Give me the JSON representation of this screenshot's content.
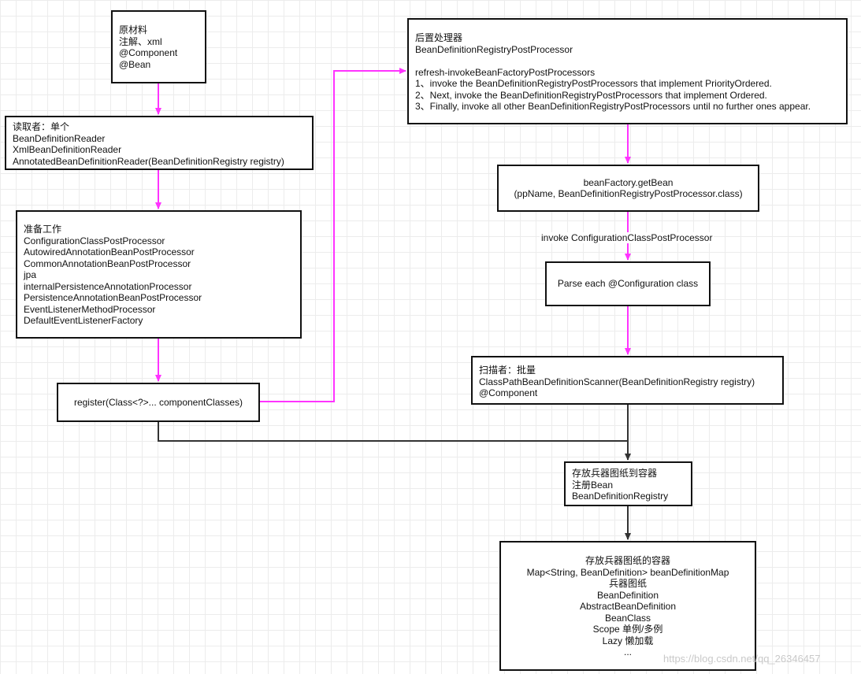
{
  "nodes": {
    "raw_material": [
      "原材料",
      "注解、xml",
      "@Component",
      "@Bean"
    ],
    "reader": [
      "读取者：单个",
      "BeanDefinitionReader",
      "XmlBeanDefinitionReader",
      "AnnotatedBeanDefinitionReader(BeanDefinitionRegistry registry)"
    ],
    "prep": [
      "准备工作",
      "ConfigurationClassPostProcessor",
      "AutowiredAnnotationBeanPostProcessor",
      "CommonAnnotationBeanPostProcessor",
      "jpa",
      "internalPersistenceAnnotationProcessor",
      "PersistenceAnnotationBeanPostProcessor",
      "EventListenerMethodProcessor",
      "DefaultEventListenerFactory"
    ],
    "register": [
      "register(Class<?>... componentClasses)"
    ],
    "post_processor": [
      "后置处理器",
      "BeanDefinitionRegistryPostProcessor",
      "",
      "refresh-invokeBeanFactoryPostProcessors",
      "1、invoke the BeanDefinitionRegistryPostProcessors that implement PriorityOrdered.",
      "2、Next, invoke the BeanDefinitionRegistryPostProcessors that implement Ordered.",
      "3、Finally, invoke all other BeanDefinitionRegistryPostProcessors until no further ones appear."
    ],
    "get_bean": [
      "beanFactory.getBean",
      "(ppName, BeanDefinitionRegistryPostProcessor.class)"
    ],
    "parse": [
      "Parse each @Configuration class"
    ],
    "scanner": [
      "扫描者：批量",
      "ClassPathBeanDefinitionScanner(BeanDefinitionRegistry registry)",
      "@Component"
    ],
    "registry": [
      "存放兵器图纸到容器",
      "注册Bean",
      "BeanDefinitionRegistry"
    ],
    "container": [
      "存放兵器图纸的容器",
      "Map<String, BeanDefinition> beanDefinitionMap",
      "兵器图纸",
      "BeanDefinition",
      "AbstractBeanDefinition",
      "BeanClass",
      "Scope 单例/多例",
      "Lazy 懒加载",
      "..."
    ]
  },
  "edge_labels": {
    "invoke": "invoke ConfigurationClassPostProcessor"
  },
  "colors": {
    "highlight_arrow": "#ff33ff",
    "normal_arrow": "#333333",
    "border": "#111111"
  },
  "watermark": "https://blog.csdn.net/qq_26346457"
}
